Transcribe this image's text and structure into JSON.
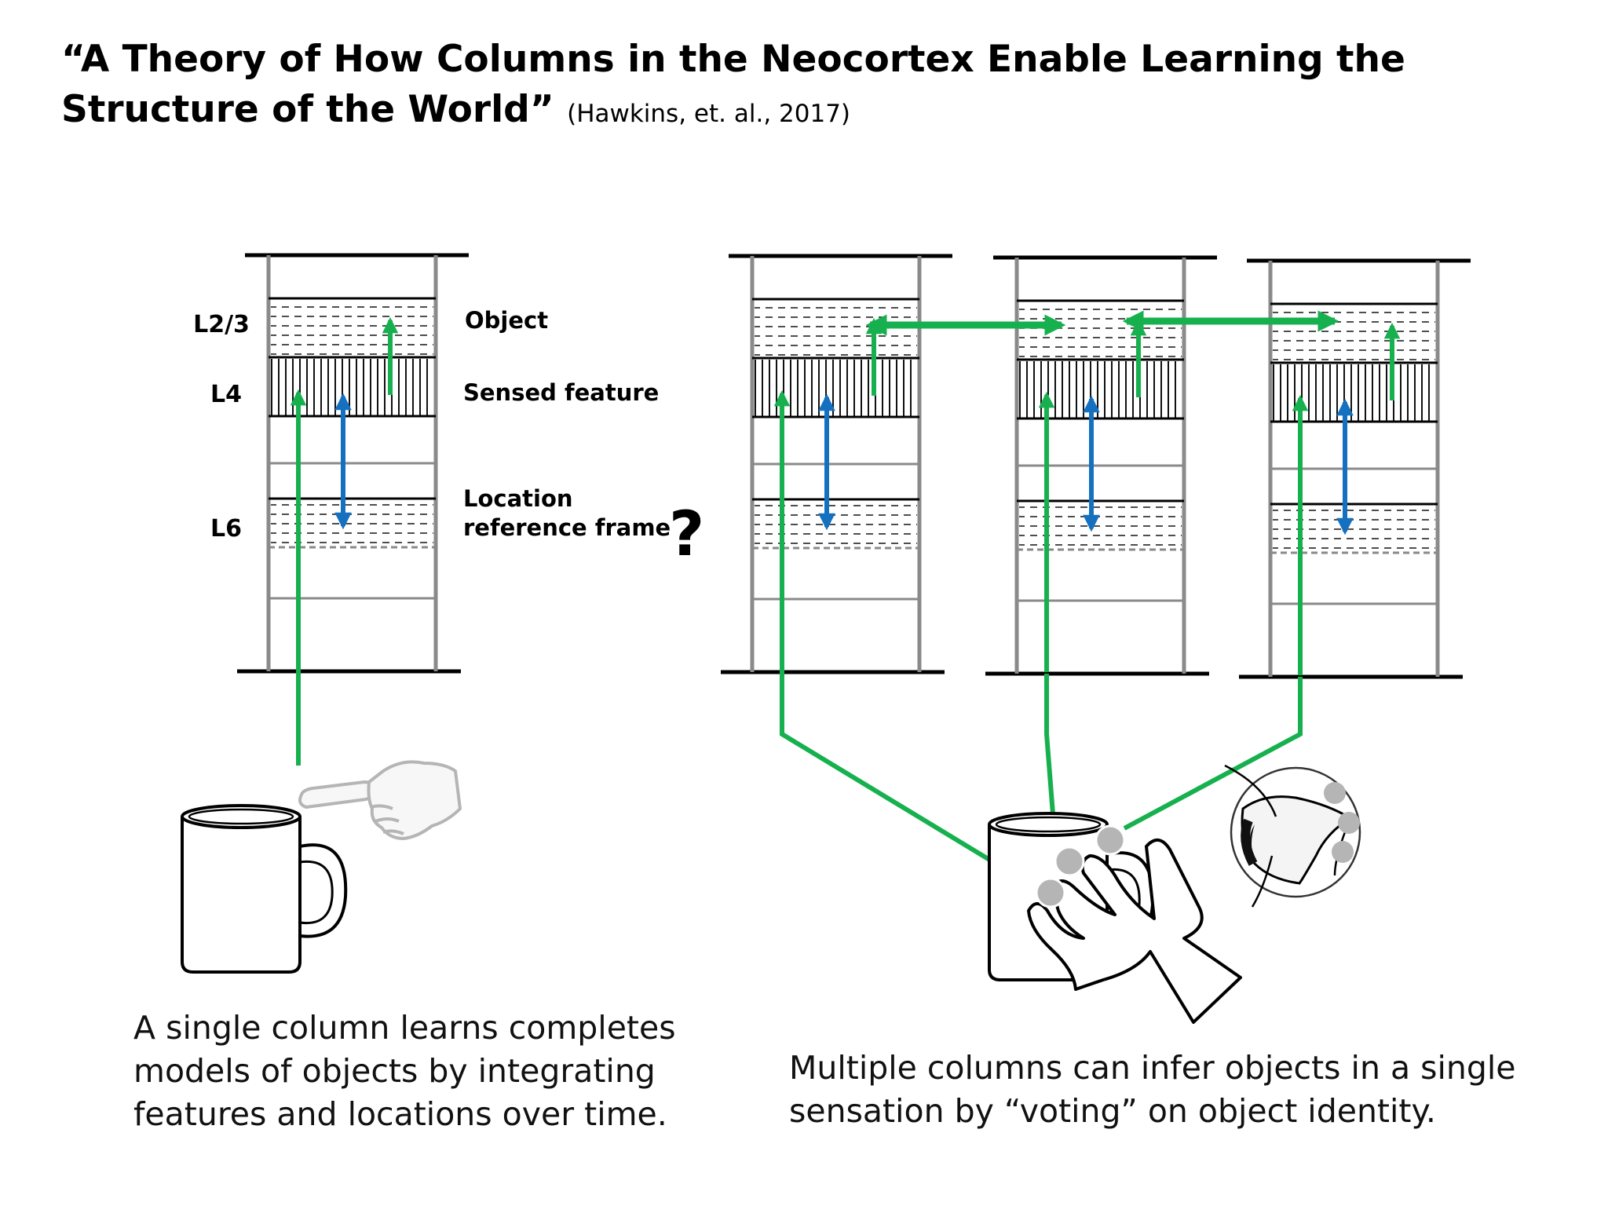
{
  "title": {
    "main": "“A Theory of How Columns in the Neocortex Enable Learning the Structure of the World”",
    "citation": "(Hawkins, et. al., 2017)"
  },
  "layers": {
    "l23": "L2/3",
    "l4": "L4",
    "l6": "L6"
  },
  "layer_roles": {
    "object": "Object",
    "sensed_feature": "Sensed feature",
    "location_line1": "Location",
    "location_line2": "reference frame",
    "question_mark": "?"
  },
  "captions": {
    "left": "A single column learns completes models of objects by integrating features and locations over time.",
    "right": "Multiple columns can infer objects in a single sensation by “voting” on object identity."
  },
  "colors": {
    "feedforward_arrow": "#17b04f",
    "location_arrow": "#1670c0",
    "column_wall": "#8a8a8a",
    "sensor_dot": "#b5b5b5"
  },
  "icons": [
    "coffee-mug-icon",
    "pointing-hand-icon",
    "grasping-hand-icon",
    "eye-icon"
  ]
}
